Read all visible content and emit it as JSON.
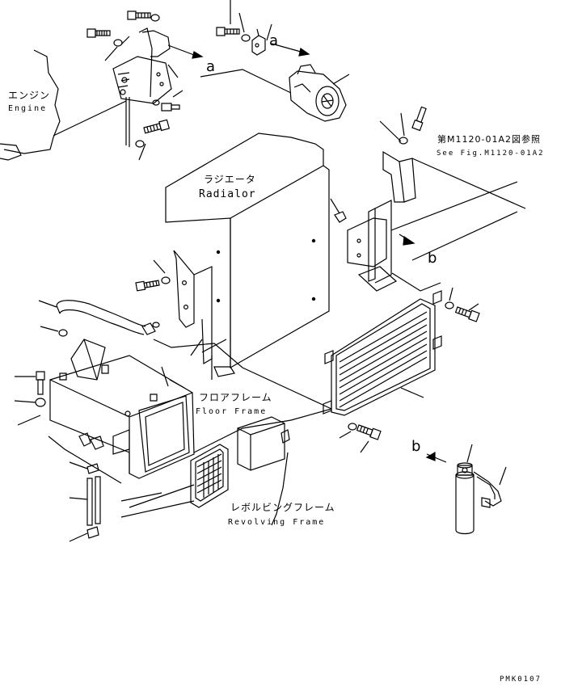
{
  "labels": {
    "engine_jp": "エンジン",
    "engine_en": "Engine",
    "radiator_jp": "ラジエータ",
    "radiator_en": "Radialor",
    "floor_frame_jp": "フロアフレーム",
    "floor_frame_en": "Floor Frame",
    "revolving_frame_jp": "レボルビングフレーム",
    "revolving_frame_en": "Revolving Frame",
    "see_fig_jp": "第M1120-01A2図参照",
    "see_fig_en": "See Fig.M1120-01A2",
    "arrow_a_top": "a",
    "arrow_a_bracket": "a",
    "arrow_b_bracket": "b",
    "arrow_b_receiver": "b",
    "page_code": "PMK0107"
  },
  "colors": {
    "ink": "#000000",
    "paper": "#ffffff"
  }
}
